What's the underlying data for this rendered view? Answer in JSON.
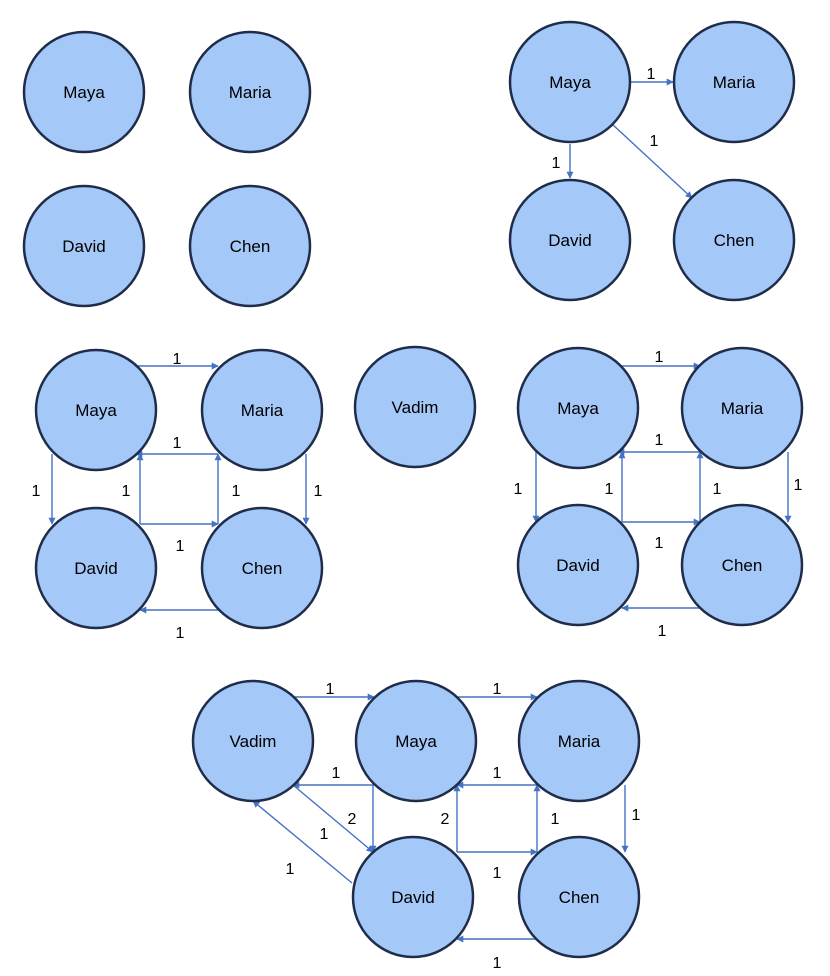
{
  "colors": {
    "node_fill": "#a4c8f7",
    "node_stroke": "#1f2d4a",
    "edge": "#4472c4"
  },
  "graphs": [
    {
      "nodes": [
        {
          "id": "maya",
          "label": "Maya"
        },
        {
          "id": "maria",
          "label": "Maria"
        },
        {
          "id": "david",
          "label": "David"
        },
        {
          "id": "chen",
          "label": "Chen"
        }
      ],
      "edges": []
    },
    {
      "nodes": [
        {
          "id": "maya",
          "label": "Maya"
        },
        {
          "id": "maria",
          "label": "Maria"
        },
        {
          "id": "david",
          "label": "David"
        },
        {
          "id": "chen",
          "label": "Chen"
        }
      ],
      "edges": [
        {
          "from": "maya",
          "to": "maria",
          "weight": "1"
        },
        {
          "from": "maya",
          "to": "david",
          "weight": "1"
        },
        {
          "from": "maya",
          "to": "chen",
          "weight": "1"
        }
      ]
    },
    {
      "nodes": [
        {
          "id": "maya",
          "label": "Maya"
        },
        {
          "id": "maria",
          "label": "Maria"
        },
        {
          "id": "david",
          "label": "David"
        },
        {
          "id": "chen",
          "label": "Chen"
        },
        {
          "id": "vadim",
          "label": "Vadim"
        }
      ],
      "edges": [
        {
          "from": "maya",
          "to": "maria",
          "weight": "1"
        },
        {
          "from": "maria",
          "to": "maya",
          "weight": "1"
        },
        {
          "from": "maya",
          "to": "david",
          "weight": "1"
        },
        {
          "from": "david",
          "to": "maya",
          "weight": "1"
        },
        {
          "from": "chen",
          "to": "maria",
          "weight": "1"
        },
        {
          "from": "maria",
          "to": "chen",
          "weight": "1"
        },
        {
          "from": "david",
          "to": "chen",
          "weight": "1"
        },
        {
          "from": "chen",
          "to": "david",
          "weight": "1"
        }
      ]
    },
    {
      "nodes": [
        {
          "id": "maya",
          "label": "Maya"
        },
        {
          "id": "maria",
          "label": "Maria"
        },
        {
          "id": "david",
          "label": "David"
        },
        {
          "id": "chen",
          "label": "Chen"
        }
      ],
      "edges": [
        {
          "from": "maya",
          "to": "maria",
          "weight": "1"
        },
        {
          "from": "maria",
          "to": "maya",
          "weight": "1"
        },
        {
          "from": "maya",
          "to": "david",
          "weight": "1"
        },
        {
          "from": "david",
          "to": "maya",
          "weight": "1"
        },
        {
          "from": "chen",
          "to": "maria",
          "weight": "1"
        },
        {
          "from": "maria",
          "to": "chen",
          "weight": "1"
        },
        {
          "from": "david",
          "to": "chen",
          "weight": "1"
        },
        {
          "from": "chen",
          "to": "david",
          "weight": "1"
        }
      ]
    },
    {
      "nodes": [
        {
          "id": "vadim",
          "label": "Vadim"
        },
        {
          "id": "maya",
          "label": "Maya"
        },
        {
          "id": "maria",
          "label": "Maria"
        },
        {
          "id": "david",
          "label": "David"
        },
        {
          "id": "chen",
          "label": "Chen"
        }
      ],
      "edges": [
        {
          "from": "vadim",
          "to": "maya",
          "weight": "1"
        },
        {
          "from": "maya",
          "to": "vadim",
          "weight": "1"
        },
        {
          "from": "maya",
          "to": "maria",
          "weight": "1"
        },
        {
          "from": "maria",
          "to": "maya",
          "weight": "1"
        },
        {
          "from": "maya",
          "to": "david",
          "weight": "2"
        },
        {
          "from": "david",
          "to": "maya",
          "weight": "2"
        },
        {
          "from": "vadim",
          "to": "david",
          "weight": "1"
        },
        {
          "from": "david",
          "to": "vadim",
          "weight": "1"
        },
        {
          "from": "chen",
          "to": "maria",
          "weight": "1"
        },
        {
          "from": "maria",
          "to": "chen",
          "weight": "1"
        },
        {
          "from": "david",
          "to": "chen",
          "weight": "1"
        },
        {
          "from": "chen",
          "to": "david",
          "weight": "1"
        }
      ]
    }
  ]
}
